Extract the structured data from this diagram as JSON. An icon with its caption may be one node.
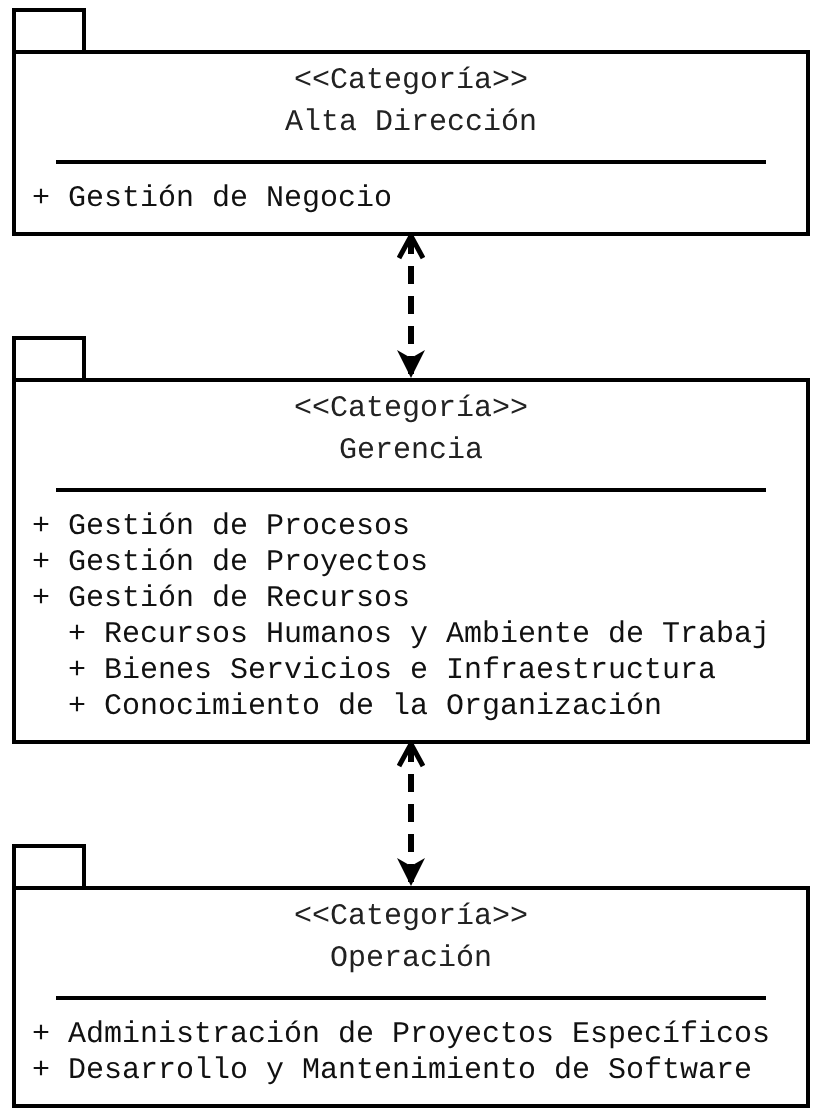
{
  "diagram": {
    "nodes": [
      {
        "text": [
          "<<Categoría>>",
          "Alta Dirección",
          "+ Gestión de Negocio"
        ]
      },
      {
        "text": [
          "<<Categoría>>",
          "Gerencia",
          "+ Gestión de Procesos",
          "+ Gestión de Proyectos",
          "+ Gestión de Recursos",
          "+ Recursos Humanos y Ambiente de Trabaj",
          "+ Bienes Servicios e Infraestructura",
          "+ Conocimiento de la Organización"
        ]
      },
      {
        "text": [
          "<<Categoría>>",
          "Operación",
          "+ Administración de Proyectos Específicos",
          "+ Desarrollo y Mantenimiento de Software"
        ]
      }
    ],
    "edges": [
      {
        "from": 0,
        "to": 1,
        "arrow": "both",
        "style": "dashed"
      },
      {
        "from": 1,
        "to": 2,
        "arrow": "both",
        "style": "dashed"
      }
    ]
  }
}
